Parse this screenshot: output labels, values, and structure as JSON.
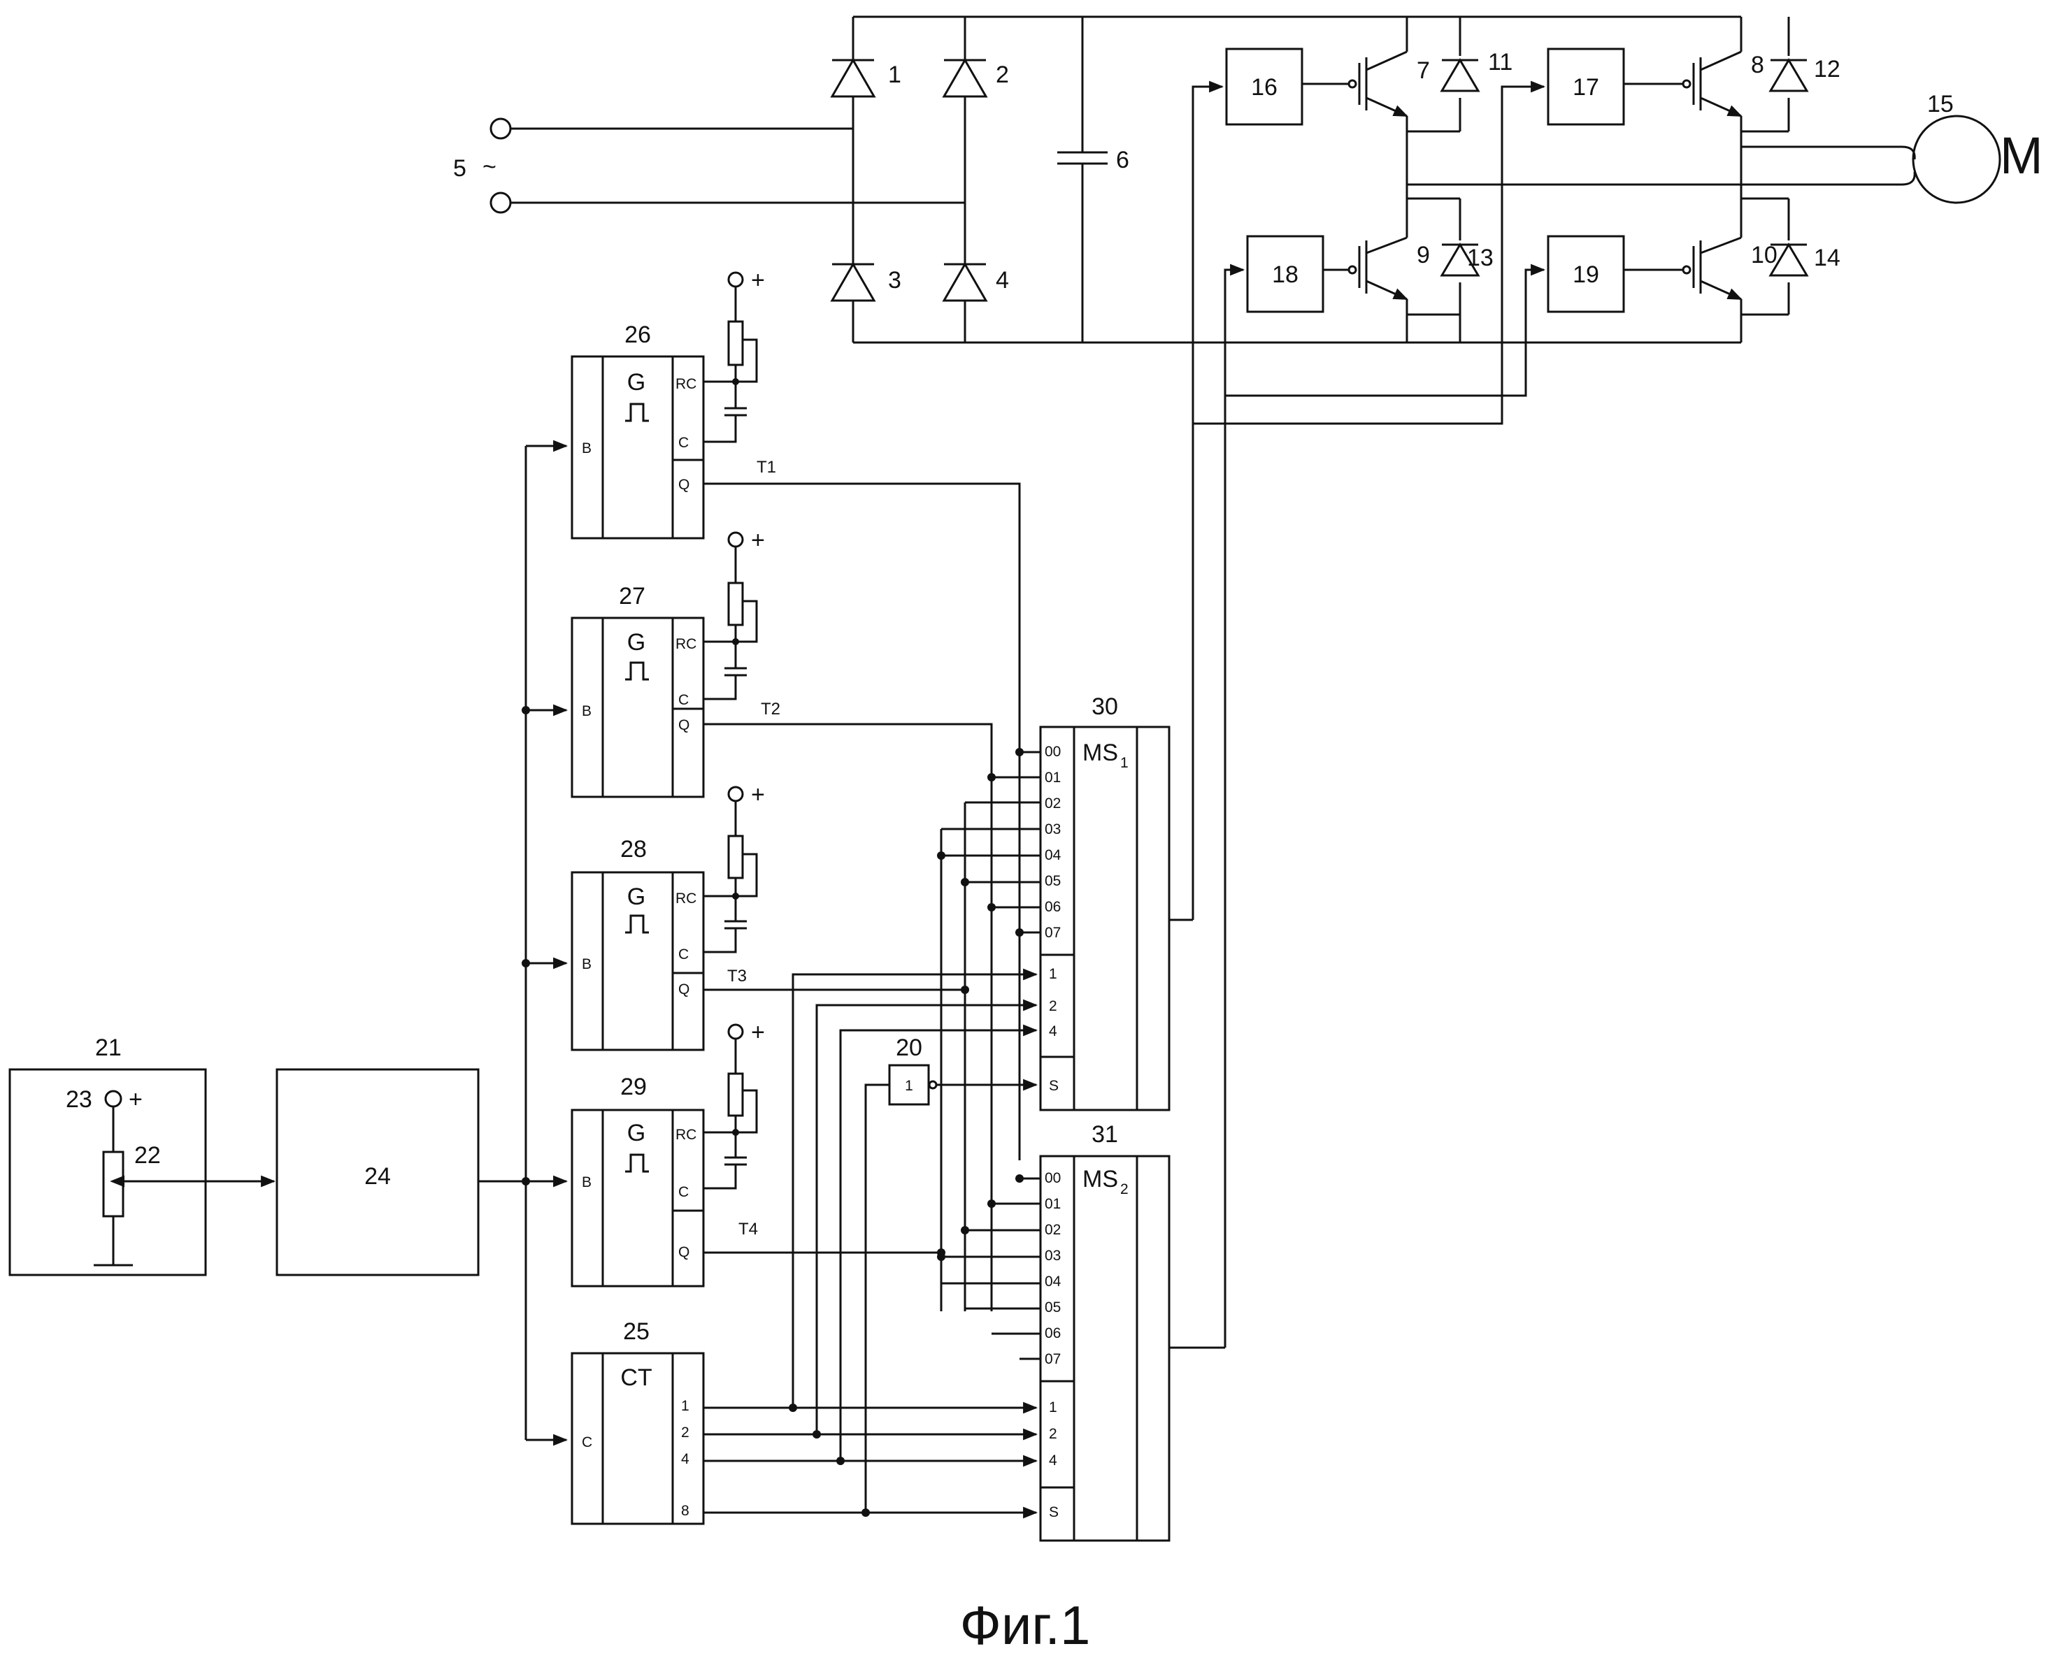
{
  "refs": {
    "d1": "1",
    "d2": "2",
    "d3": "3",
    "d4": "4",
    "src": "5",
    "cap": "6",
    "t7": "7",
    "t8": "8",
    "t9": "9",
    "t10": "10",
    "d11": "11",
    "d12": "12",
    "d13": "13",
    "d14": "14",
    "motor": "15",
    "dr16": "16",
    "dr17": "17",
    "dr18": "18",
    "dr19": "19",
    "inv": "20",
    "ctl": "21",
    "pot": "22",
    "term": "23",
    "b24": "24",
    "ct": "25",
    "g26": "26",
    "g27": "27",
    "g28": "28",
    "g29": "29",
    "ms30": "30",
    "ms31": "31"
  },
  "symbols": {
    "ac": "~",
    "plus": "+",
    "motor_letter": "M",
    "g": "G",
    "ct": "CT",
    "inv": "1"
  },
  "mux": {
    "ms1": "MS",
    "ms1_sub": "1",
    "ms2": "MS",
    "ms2_sub": "2"
  },
  "pins": {
    "b": "B",
    "rc": "RC",
    "c": "C",
    "q": "Q",
    "data": [
      "00",
      "01",
      "02",
      "03",
      "04",
      "05",
      "06",
      "07"
    ],
    "addr": [
      "1",
      "2",
      "4"
    ],
    "s": "S",
    "ct_out": [
      "1",
      "2",
      "4",
      "8"
    ]
  },
  "signals": {
    "t1": "T1",
    "t2": "T2",
    "t3": "T3",
    "t4": "T4"
  },
  "caption": "Фиг.1"
}
